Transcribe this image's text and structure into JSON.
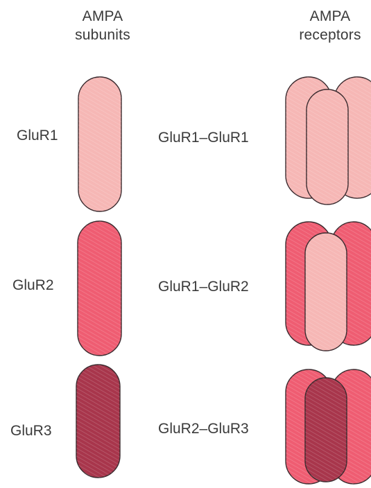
{
  "headers": {
    "subunits_line1": "AMPA",
    "subunits_line2": "subunits",
    "receptors_line1": "AMPA",
    "receptors_line2": "receptors"
  },
  "subunits": [
    {
      "label": "GluR1",
      "color": "#f6b7b5"
    },
    {
      "label": "GluR2",
      "color": "#ef5d72"
    },
    {
      "label": "GluR3",
      "color": "#a8364c"
    }
  ],
  "receptors": [
    {
      "label": "GluR1–GluR1",
      "back_color": "#f6b7b5",
      "front_color": "#f6b7b5"
    },
    {
      "label": "GluR1–GluR2",
      "back_color": "#ef5d72",
      "front_color": "#f6b7b5"
    },
    {
      "label": "GluR2–GluR3",
      "back_color": "#ef5d72",
      "front_color": "#a8364c"
    }
  ],
  "colors": {
    "outline": "#3a2a2e",
    "text": "#3a3a3a"
  }
}
